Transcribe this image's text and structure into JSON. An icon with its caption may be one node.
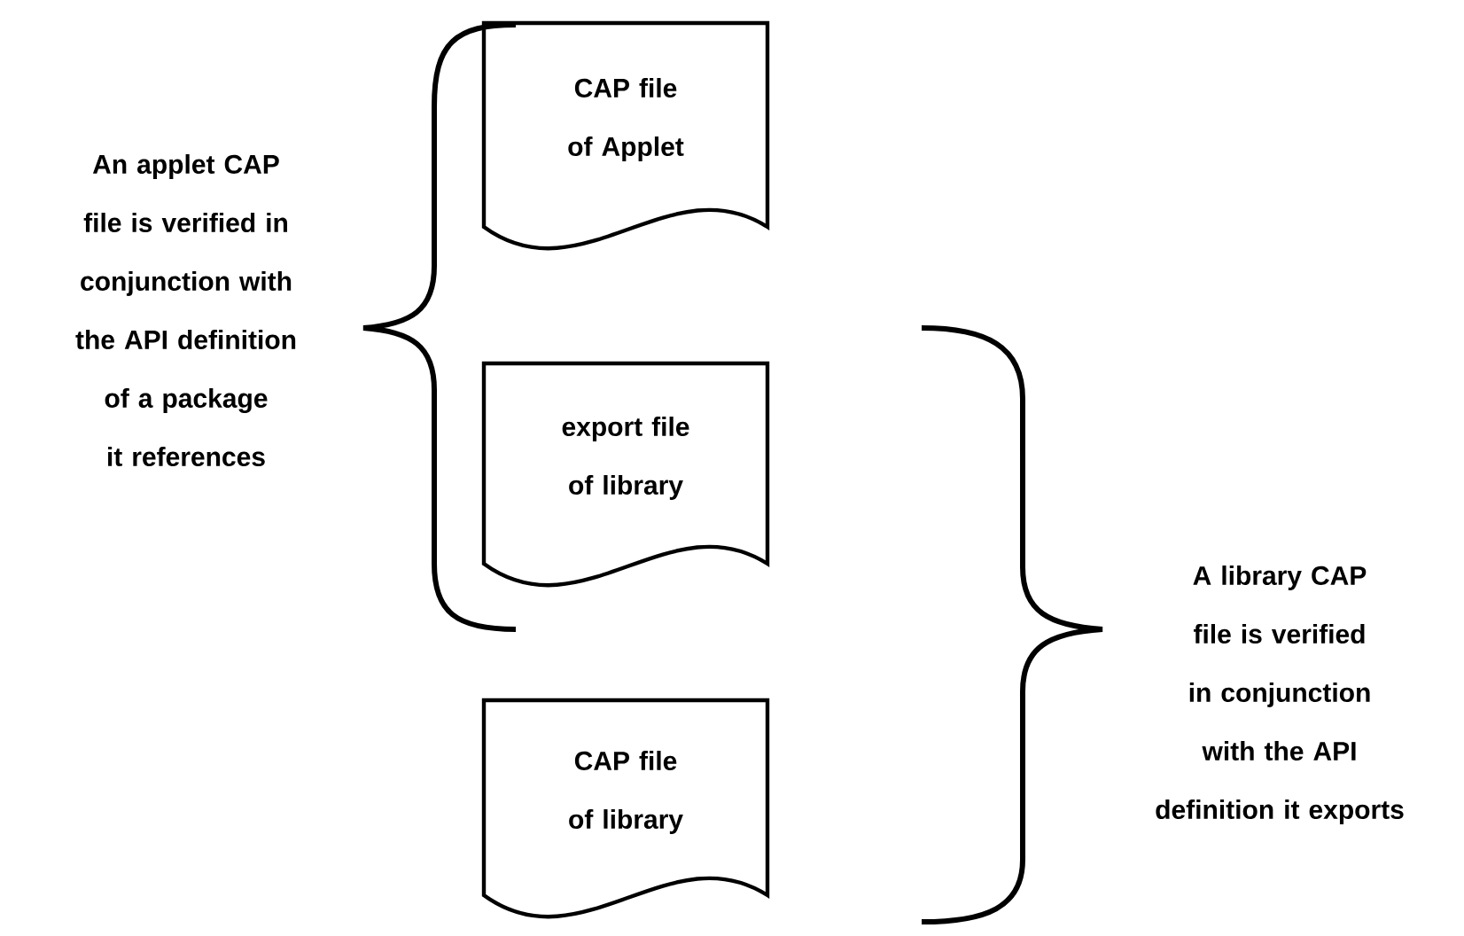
{
  "diagram": {
    "nodes": [
      {
        "text": [
          "CAP file of Applet"
        ]
      },
      {
        "text": [
          "export file of library"
        ]
      },
      {
        "text": [
          "CAP file of library"
        ]
      }
    ],
    "labels": [
      "An applet CAP file is verified in conjunction with the API definition of a package it references",
      "A library CAP file is verified in conjunction with the API definition it exports"
    ]
  }
}
